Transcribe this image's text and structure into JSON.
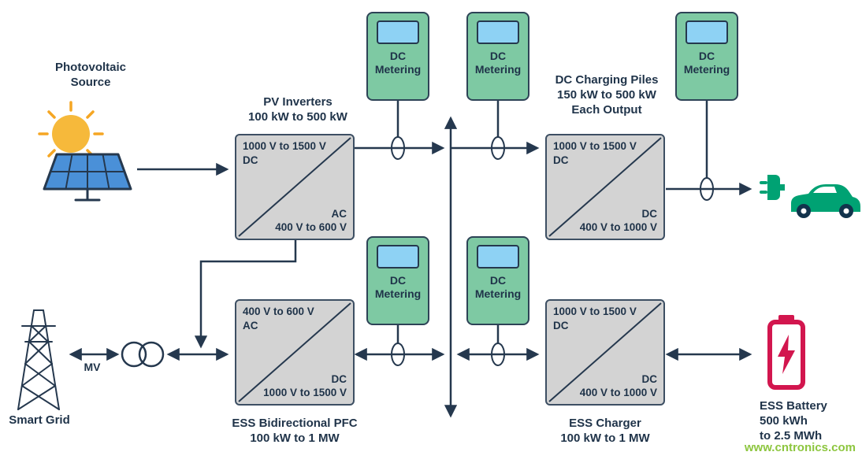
{
  "labels": {
    "pv_source_line1": "Photovoltaic",
    "pv_source_line2": "Source",
    "smart_grid": "Smart Grid",
    "mv": "MV",
    "battery_line1": "ESS Battery",
    "battery_line2": "500 kWh",
    "battery_line3": "to 2.5 MWh",
    "watermark": "www.cntronics.com"
  },
  "metering": {
    "line1": "DC",
    "line2": "Metering",
    "count": 5
  },
  "converters": {
    "pv_inverter": {
      "title1": "PV Inverters",
      "title2": "100 kW to 500 kW",
      "top1": "1000 V to 1500 V",
      "top2": "DC",
      "bottom1": "AC",
      "bottom2": "400 V to 600 V"
    },
    "dc_charging_piles": {
      "title1": "DC Charging Piles",
      "title2": "150 kW to 500 kW",
      "title3": "Each Output",
      "top1": "1000 V to 1500 V",
      "top2": "DC",
      "bottom1": "DC",
      "bottom2": "400 V to 1000 V"
    },
    "ess_pfc": {
      "title1": "ESS Bidirectional PFC",
      "title2": "100 kW to 1 MW",
      "top1": "400 V to 600 V",
      "top2": "AC",
      "bottom1": "DC",
      "bottom2": "1000 V to 1500 V"
    },
    "ess_charger": {
      "title1": "ESS Charger",
      "title2": "100 kW to 1 MW",
      "top1": "1000 V to 1500 V",
      "top2": "DC",
      "bottom1": "DC",
      "bottom2": "400 V to 1000 V"
    }
  },
  "colors": {
    "line": "#25384e",
    "text": "#1f3349",
    "box_fill": "#d3d3d3",
    "meter_green": "#7ec9a3",
    "meter_screen_blue": "#8ed2f4",
    "car_green": "#00a273",
    "battery_red": "#d2164e",
    "sun_yellow": "#f6b93b",
    "panel_blue": "#4a90d8",
    "watermark_green": "#8dc63f"
  }
}
